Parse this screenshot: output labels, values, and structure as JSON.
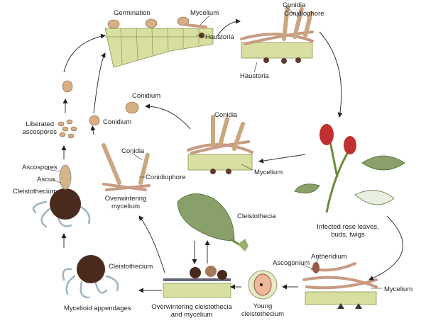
{
  "title": "",
  "labels": {
    "germination": "Germination",
    "mycelium_top": "Mycelium",
    "haustoria_top": "Haustoria",
    "conidia_top": "Conidia",
    "conidiophore_top": "Conidiophore",
    "haustoria_right": "Haustoria",
    "conidium_center": "Conidium",
    "conidia_center": "Conidia",
    "mycelium_center": "Mycelium",
    "liberated_ascospores_1": "Liberated",
    "liberated_ascospores_2": "ascospores",
    "conidium_left": "Conidium",
    "conidia_left": "Conidia",
    "conidiophore_left": "Conidiophore",
    "overwintering_mycelium_1": "Overwintering",
    "overwintering_mycelium_2": "mycelium",
    "ascospores": "Ascospores",
    "ascus": "Ascus",
    "cleistothecium_left": "Cleistothecium",
    "cleistothecia_leaf": "Cleistothecia",
    "infected_1": "Infected rose leaves,",
    "infected_2": "buds, twigs",
    "cleistothecium_bottom": "Cleistothecium",
    "mycelioid_appendages": "Mycelioid appendages",
    "overwintering_cleistothecia_1": "Overwintering cleistothecia",
    "overwintering_cleistothecia_2": "and mycelium",
    "young_cleistothecium_1": "Young",
    "young_cleistothecium_2": "cleistothecium",
    "ascogonium": "Ascogonium",
    "antheridium": "Antheridium",
    "mycelium_bottom": "Mycelium"
  }
}
